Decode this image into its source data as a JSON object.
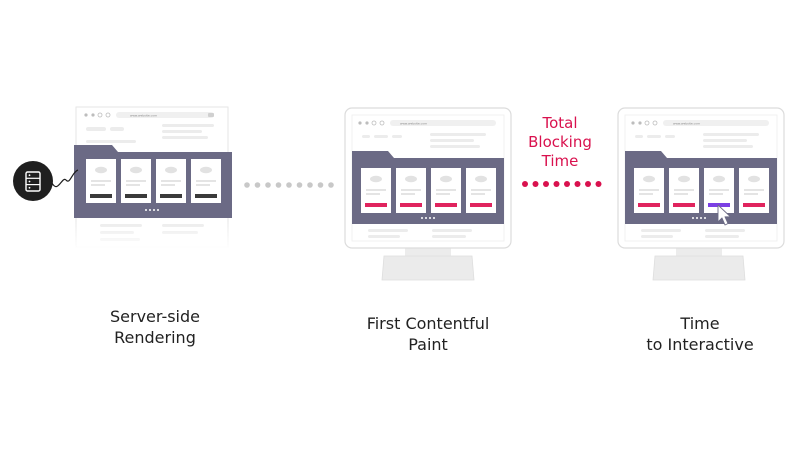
{
  "stages": {
    "ssr": {
      "caption": "Server-side\nRendering"
    },
    "fcp": {
      "caption": "First Contentful\nPaint"
    },
    "tti": {
      "caption": "Time\nto Interactive"
    }
  },
  "metric": {
    "label": "Total\nBlocking\nTime"
  },
  "browser": {
    "url_text": "www.website.com"
  },
  "colors": {
    "panel": "#6b6a85",
    "tbt": "#d9114e",
    "gray_button": "#3a3a3a",
    "red_button": "#e0245e",
    "purple_button": "#7b3fe4",
    "connector_gray": "#c8c8c8",
    "server_icon": "#1f1f1f"
  },
  "icons": {
    "server": "server-icon",
    "cursor": "cursor-icon"
  }
}
